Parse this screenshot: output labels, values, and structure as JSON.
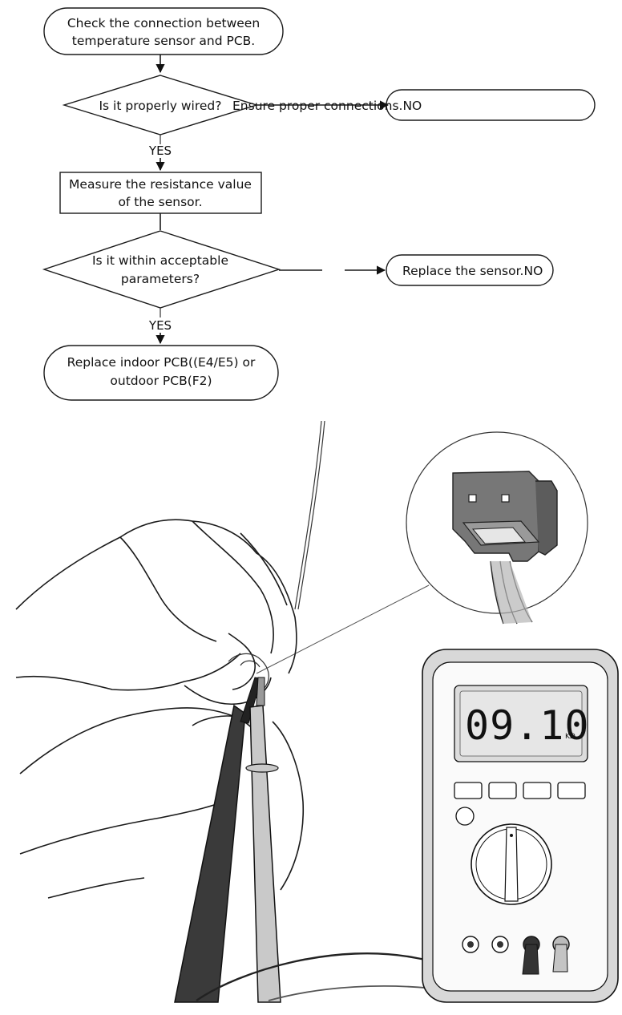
{
  "flowchart": {
    "step_check_connection": [
      "Check the connection between",
      "temperature sensor and PCB."
    ],
    "decision_wired": "Is it properly wired?",
    "action_ensure_connections": "Ensure proper connections.NO",
    "label_yes_1": "YES",
    "step_measure_resistance": [
      "Measure the resistance value",
      "of the sensor."
    ],
    "decision_parameters": [
      "Is it within acceptable",
      "parameters?"
    ],
    "action_replace_sensor": "Replace the sensor.NO",
    "label_yes_2": "YES",
    "step_replace_pcb": [
      "Replace indoor PCB((E4/E5) or",
      "outdoor PCB(F2)"
    ]
  },
  "illustration": {
    "multimeter_reading": "09.10",
    "multimeter_unit": "KΩ"
  }
}
